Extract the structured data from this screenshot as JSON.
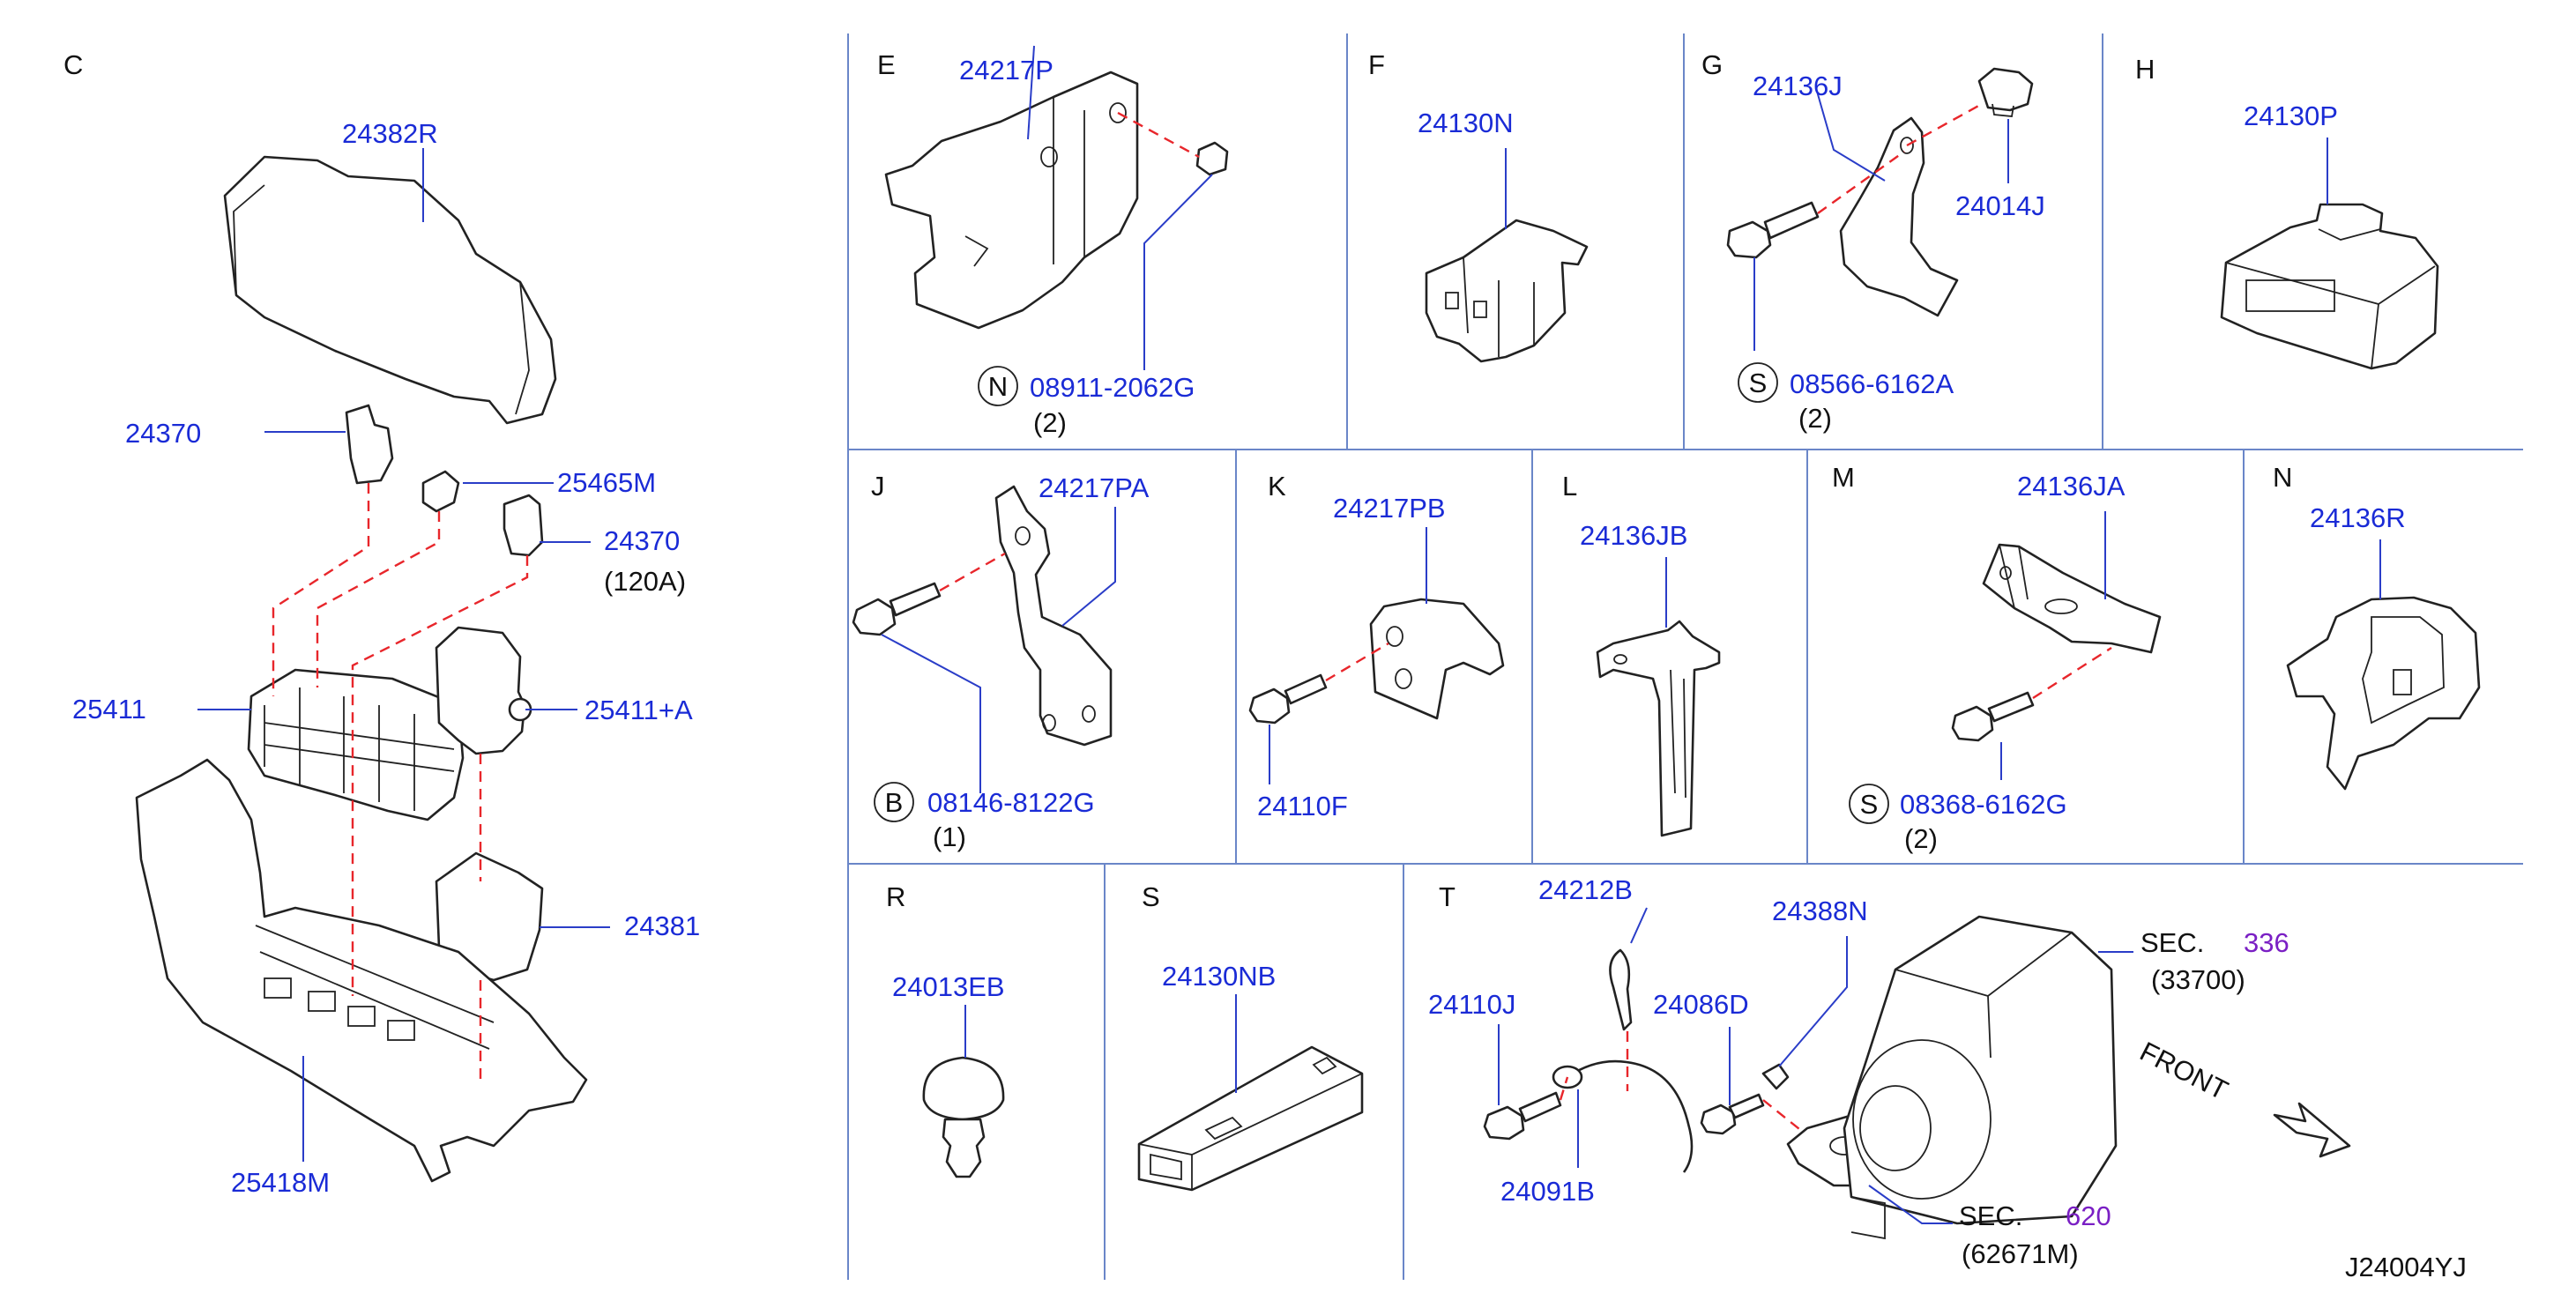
{
  "diagram_id": "J24004YJ",
  "sections": {
    "C": {
      "letter": "C",
      "labels": {
        "cover": "24382R",
        "fuse_a": "24370",
        "fuse_b": "25465M",
        "fuse_c": "24370",
        "fuse_c_note": "(120A)",
        "block": "25411",
        "relay": "25411+A",
        "holder": "24381",
        "bracket": "25418M"
      }
    },
    "E": {
      "letter": "E",
      "labels": {
        "bracket": "24217P",
        "nut": "08911-2062G",
        "nut_prefix": "N",
        "nut_qty": "(2)"
      }
    },
    "F": {
      "letter": "F",
      "labels": {
        "connector": "24130N"
      }
    },
    "G": {
      "letter": "G",
      "labels": {
        "bracket": "24136J",
        "clip": "24014J",
        "bolt": "08566-6162A",
        "bolt_prefix": "S",
        "bolt_qty": "(2)"
      }
    },
    "H": {
      "letter": "H",
      "labels": {
        "module": "24130P"
      }
    },
    "J": {
      "letter": "J",
      "labels": {
        "bracket": "24217PA",
        "bolt": "08146-8122G",
        "bolt_prefix": "B",
        "bolt_qty": "(1)"
      }
    },
    "K": {
      "letter": "K",
      "labels": {
        "bracket": "24217PB",
        "bolt": "24110F"
      }
    },
    "L": {
      "letter": "L",
      "labels": {
        "bracket": "24136JB"
      }
    },
    "M": {
      "letter": "M",
      "labels": {
        "bracket": "24136JA",
        "bolt": "08368-6162G",
        "bolt_prefix": "S",
        "bolt_qty": "(2)"
      }
    },
    "N": {
      "letter": "N",
      "labels": {
        "bracket": "24136R"
      }
    },
    "R": {
      "letter": "R",
      "labels": {
        "clip": "24013EB"
      }
    },
    "S": {
      "letter": "S",
      "labels": {
        "connector": "24130NB"
      }
    },
    "T": {
      "letter": "T",
      "labels": {
        "strap": "24212B",
        "clip": "24388N",
        "bolt_a": "24110J",
        "bolt_b": "24086D",
        "harness": "24091B"
      },
      "refs": [
        {
          "prefix": "SEC.",
          "number": "336",
          "code": "(33700)"
        },
        {
          "prefix": "SEC.",
          "number": "620",
          "code": "(62671M)"
        }
      ],
      "direction": "FRONT"
    }
  },
  "colors": {
    "label": "#1a2bd6",
    "section_ref": "#7a1fc4",
    "grid": "#6a86c8",
    "dashed_guide": "#e8262b"
  }
}
